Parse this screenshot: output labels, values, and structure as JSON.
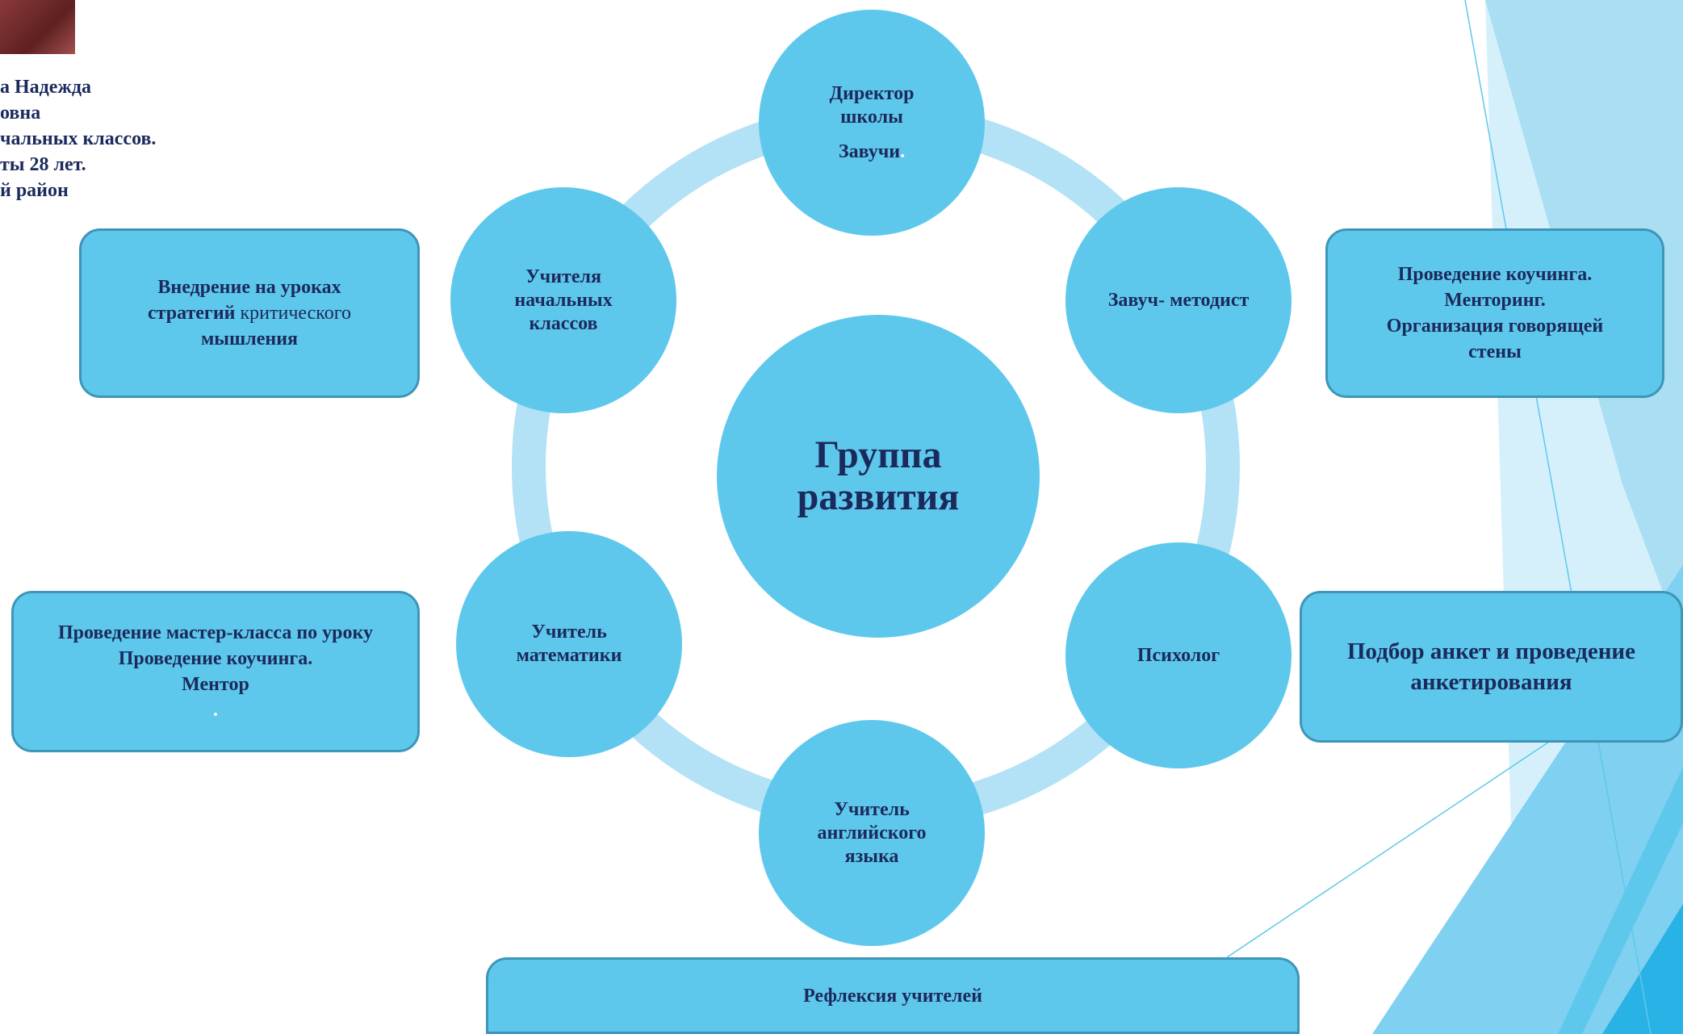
{
  "colors": {
    "circle": "#5ec8ec",
    "ring": "#b3e1f5",
    "text": "#1b2a5c",
    "box_border": "#3f95b8",
    "deco_light": "#a9def3",
    "deco_mid": "#7fd0f1",
    "deco_dark": "#29b2e6"
  },
  "author": {
    "lines": [
      "а Надежда",
      "овна",
      "чальных классов.",
      "ты 28 лет.",
      "й район"
    ]
  },
  "center": {
    "line1": "Группа",
    "line2": "развития"
  },
  "nodes": {
    "director": {
      "line1": "Директор",
      "line2": "школы",
      "line3": "Завучи",
      "dot": "."
    },
    "methodist": {
      "label": "Завуч- методист"
    },
    "psychologist": {
      "label": "Психолог"
    },
    "english": {
      "line1": "Учитель",
      "line2": "английского",
      "line3": "языка"
    },
    "math": {
      "line1": "Учитель",
      "line2": "математики"
    },
    "primary": {
      "line1": "Учителя",
      "line2": "начальных",
      "line3": "классов"
    }
  },
  "boxes": {
    "critical": {
      "line1": "Внедрение на уроках",
      "line2_bold": "стратегий",
      "line2_regular": " критического",
      "line3": "мышления"
    },
    "coaching": {
      "line1": "Проведение коучинга.",
      "line2": "Менторинг.",
      "line3": "Организация говорящей",
      "line4": "стены"
    },
    "masterclass": {
      "line1": "Проведение мастер-класса по уроку",
      "line2": "Проведение коучинга.",
      "line3": "Ментор",
      "line4": "."
    },
    "survey": {
      "line1": "Подбор анкет и проведение",
      "line2": "анкетирования"
    },
    "reflection": {
      "label": "Рефлексия учителей"
    }
  }
}
